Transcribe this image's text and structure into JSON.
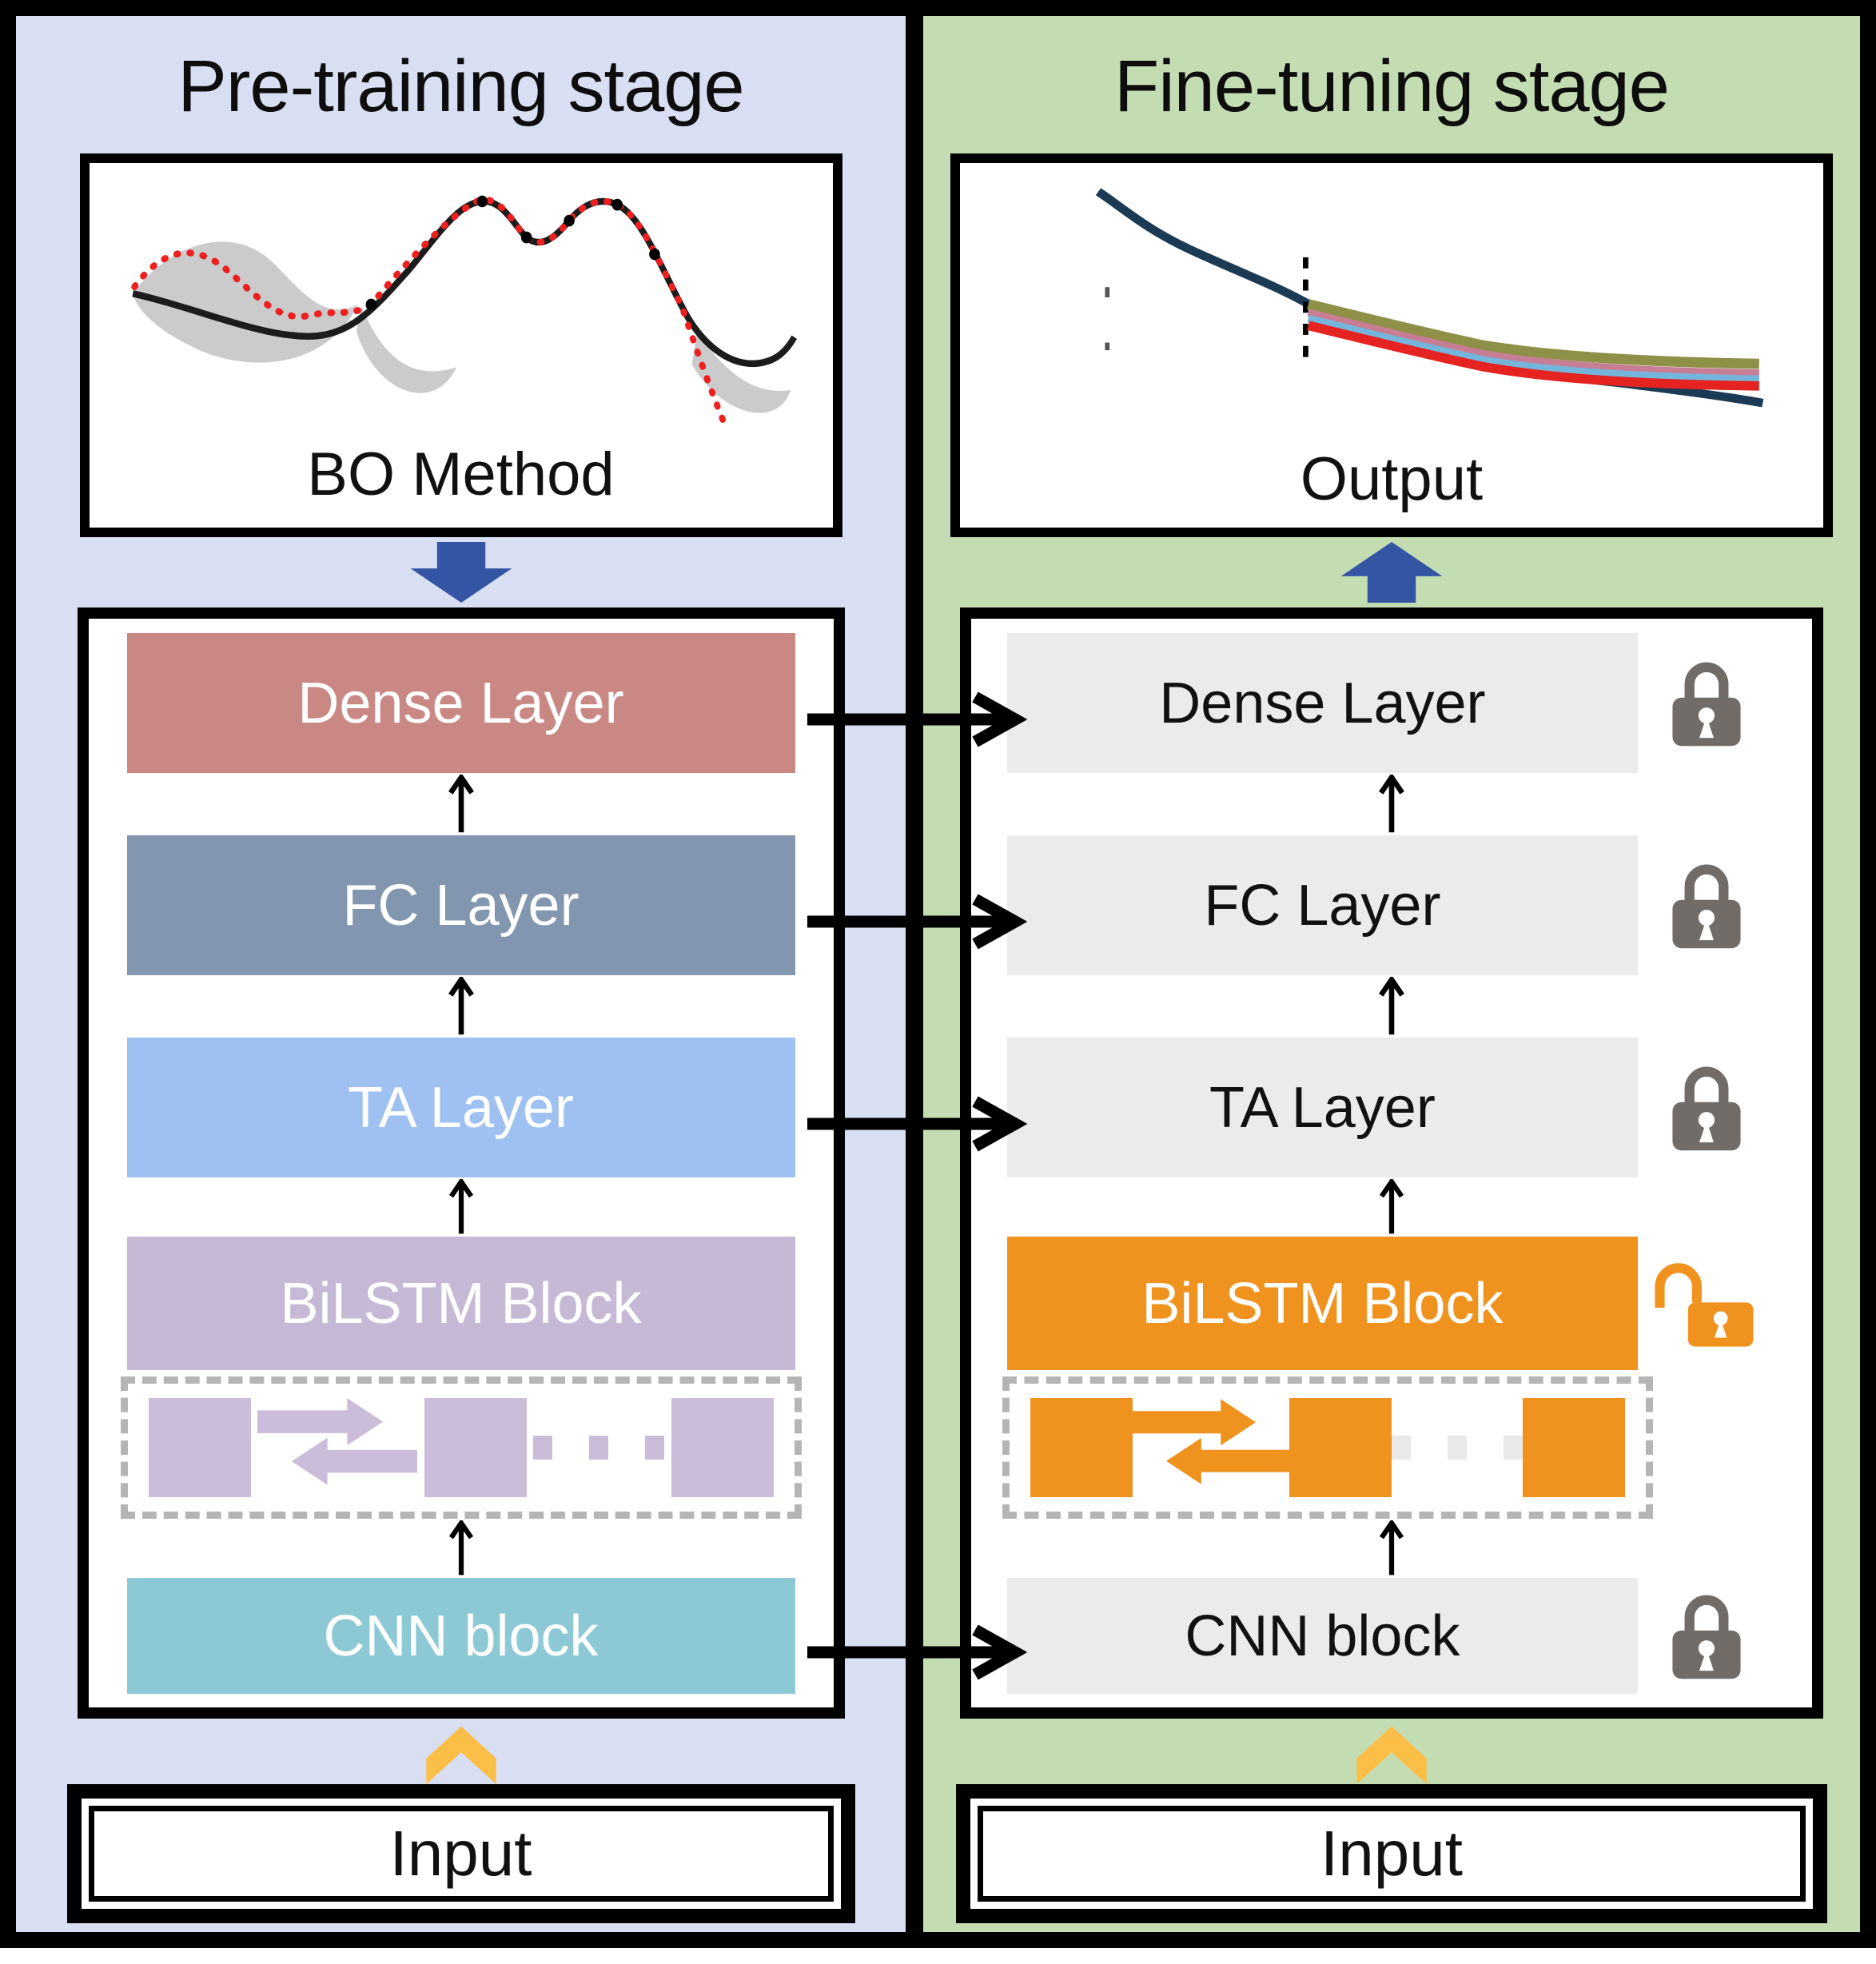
{
  "diagram": {
    "left_panel": {
      "title": "Pre-training stage",
      "bg_color": "#d8dff2",
      "method_box_label": "BO Method",
      "flow_arrow": {
        "direction": "down",
        "color": "#3355a4"
      },
      "layers": [
        {
          "label": "Dense Layer",
          "bg": "#c98884",
          "fg": "#ffffff"
        },
        {
          "label": "FC Layer",
          "bg": "#8297af",
          "fg": "#ffffff"
        },
        {
          "label": "TA Layer",
          "bg": "#9fc1f1",
          "fg": "#ffffff"
        },
        {
          "label": "BiLSTM Block",
          "bg": "#c6b9d5",
          "fg": "#ffffff"
        },
        {
          "label": "CNN block",
          "bg": "#8cc9d5",
          "fg": "#ffffff"
        }
      ],
      "lstm_detail": {
        "cell_color": "#cbbcd9",
        "dots_color": "#cbbcd9",
        "border_color": "#b5b5b5"
      },
      "input_label": "Input",
      "input_arrow_color": "#fbbf47"
    },
    "right_panel": {
      "title": "Fine-tuning stage",
      "bg_color": "#c4dcb2",
      "output_box_label": "Output",
      "flow_arrow": {
        "direction": "up",
        "color": "#3355a4"
      },
      "layers": [
        {
          "label": "Dense Layer",
          "bg": "#ebebeb",
          "fg": "#111111",
          "lock": "locked"
        },
        {
          "label": "FC Layer",
          "bg": "#ebebeb",
          "fg": "#111111",
          "lock": "locked"
        },
        {
          "label": "TA Layer",
          "bg": "#ebebeb",
          "fg": "#111111",
          "lock": "locked"
        },
        {
          "label": "BiLSTM Block",
          "bg": "#f0921e",
          "fg": "#ffffff",
          "lock": "unlocked"
        },
        {
          "label": "CNN block",
          "bg": "#ebebeb",
          "fg": "#111111",
          "lock": "locked"
        }
      ],
      "lstm_detail": {
        "cell_color": "#f0921e",
        "dots_color": "#e9e9e9",
        "border_color": "#b5b5b5"
      },
      "input_label": "Input",
      "input_arrow_color": "#fbbf47"
    },
    "lock_colors": {
      "locked": "#716c68",
      "unlocked": "#f0921e"
    },
    "transfer_arrows": {
      "from": "Pre-training stage",
      "to": "Fine-tuning stage",
      "connected_layers": [
        "Dense Layer",
        "FC Layer",
        "TA Layer",
        "CNN block"
      ]
    },
    "plots": {
      "bo_method": {
        "type": "line",
        "description": "Bayesian optimization / Gaussian process sketch",
        "series": [
          {
            "name": "posterior-mean",
            "color": "#1c1c1c",
            "style": "solid"
          },
          {
            "name": "sampled-function",
            "color": "#ee1f1f",
            "style": "dotted"
          },
          {
            "name": "uncertainty-band",
            "color": "#cbcbcb",
            "style": "band"
          },
          {
            "name": "observations",
            "color": "#000000",
            "style": "points"
          }
        ]
      },
      "output": {
        "type": "line",
        "description": "degradation history and forecast curves after dashed split point",
        "series": [
          {
            "name": "history",
            "color": "#1b3b55"
          },
          {
            "name": "forecast-olive",
            "color": "#8e9048"
          },
          {
            "name": "forecast-pink",
            "color": "#c77d93"
          },
          {
            "name": "forecast-skyblue",
            "color": "#74b5dc"
          },
          {
            "name": "forecast-red",
            "color": "#e52320"
          }
        ]
      }
    }
  }
}
